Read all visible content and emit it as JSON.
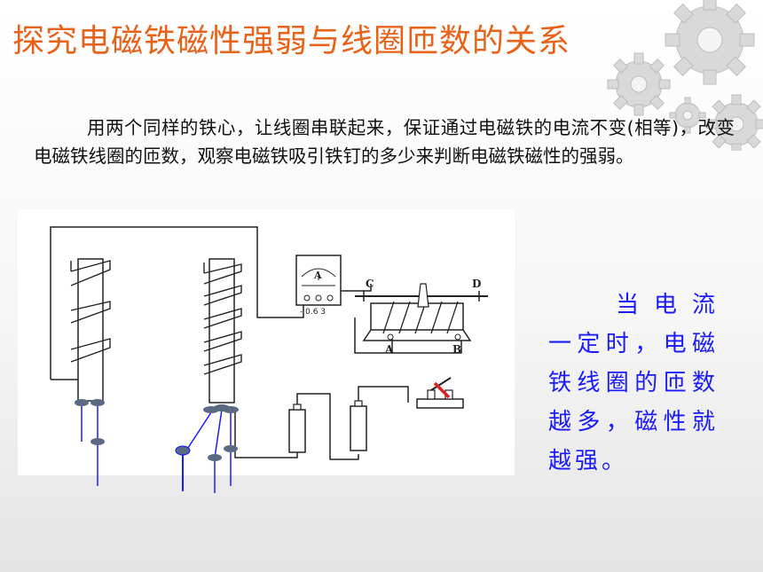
{
  "slide": {
    "title": "探究电磁铁磁性强弱与线圈匝数的关系",
    "description": "用两个同样的铁心，让线圈串联起来，保证通过电磁铁的电流不变(相等)，改变电磁铁线圈的匝数，观察电磁铁吸引铁钉的多少来判断电磁铁磁性的强弱。",
    "conclusion": "当电流一定时，电磁铁线圈的匝数越多，磁性就越强。"
  },
  "diagram": {
    "ammeter_letter": "A",
    "ammeter_scale": "- 0.6 3",
    "rheostat_labels": {
      "c": "C",
      "d": "D",
      "a": "A",
      "b": "B"
    }
  },
  "colors": {
    "title": "#e8621a",
    "conclusion": "#1a1aff",
    "nail_head": "#5a6a82",
    "nail_shaft": "#1a1aff",
    "switch_handle": "#e02020"
  }
}
